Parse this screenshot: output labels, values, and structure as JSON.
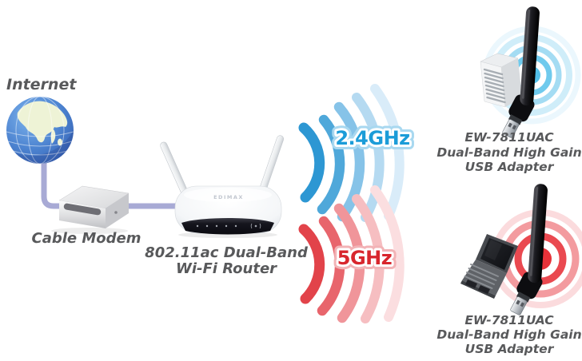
{
  "diagram": {
    "internet": {
      "label": "Internet"
    },
    "cable_modem": {
      "label": "Cable Modem"
    },
    "router": {
      "brand": "EDIMAX",
      "label_line1": "802.11ac Dual-Band",
      "label_line2": "Wi-Fi Router"
    },
    "band_2_4ghz": {
      "label": "2.4GHz",
      "color": "#1b9cd8",
      "halo_color": "#a8d8f0"
    },
    "band_5ghz": {
      "label": "5GHz",
      "color": "#d8262d",
      "halo_color": "#f2b3b6"
    },
    "adapter_top": {
      "label_line1": "EW-7811UAC",
      "label_line2": "Dual-Band High Gain",
      "label_line3": "USB Adapter"
    },
    "adapter_bottom": {
      "label_line1": "EW-7811UAC",
      "label_line2": "Dual-Band High Gain",
      "label_line3": "USB Adapter"
    },
    "colors": {
      "label_text": "#58595b",
      "cable": "#a8aad5",
      "wifi_blue": "#2d97d3",
      "wifi_red": "#e2434a"
    }
  }
}
